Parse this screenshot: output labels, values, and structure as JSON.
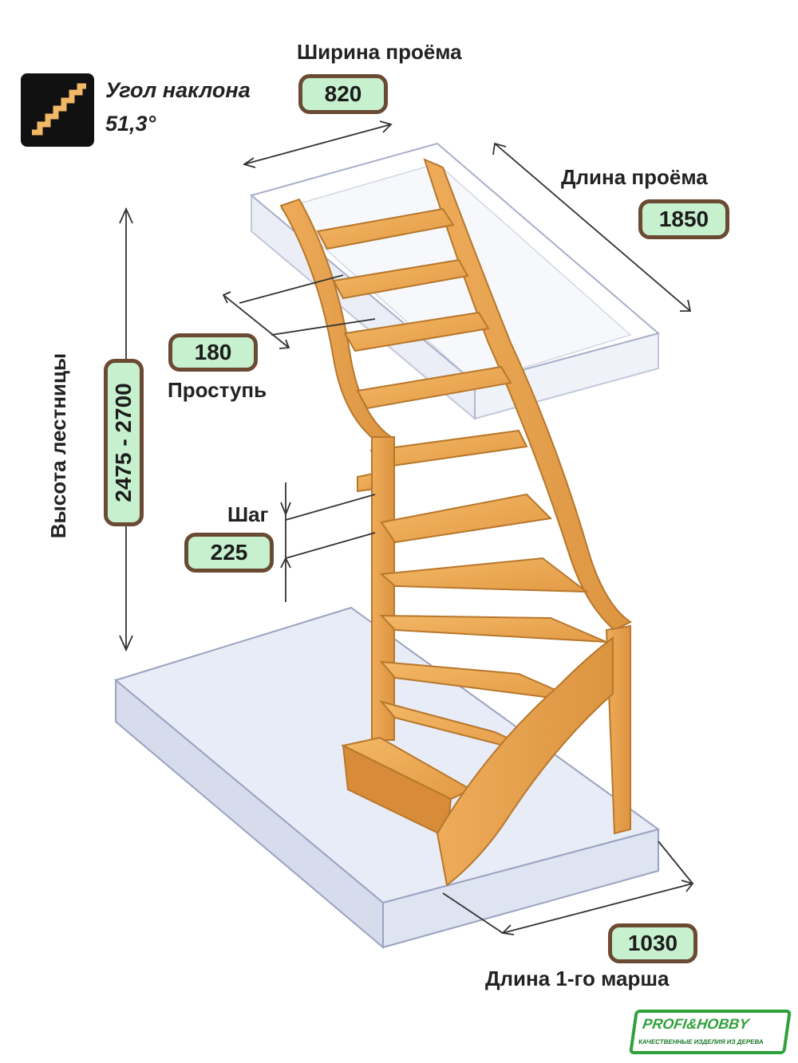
{
  "incline": {
    "label": "Угол наклона",
    "value": "51,3°"
  },
  "opening_width": {
    "label": "Ширина проёма",
    "value": "820"
  },
  "opening_length": {
    "label": "Длина проёма",
    "value": "1850"
  },
  "tread": {
    "value": "180",
    "label": "Проступь"
  },
  "step": {
    "label": "Шаг",
    "value": "225"
  },
  "stair_height": {
    "label": "Высота лестницы",
    "value": "2475 - 2700"
  },
  "first_flight": {
    "value": "1030",
    "label": "Длина 1-го марша"
  },
  "logo": {
    "name": "PROFI&HOBBY",
    "tagline": "КАЧЕСТВЕННЫЕ ИЗДЕЛИЯ ИЗ ДЕРЕВА"
  },
  "colors": {
    "wood": "#e9a54f",
    "wood_dark": "#c98233",
    "badge_fill": "#c7f0cf",
    "badge_border": "#6a4a33",
    "glass": "#cfd6ea"
  }
}
